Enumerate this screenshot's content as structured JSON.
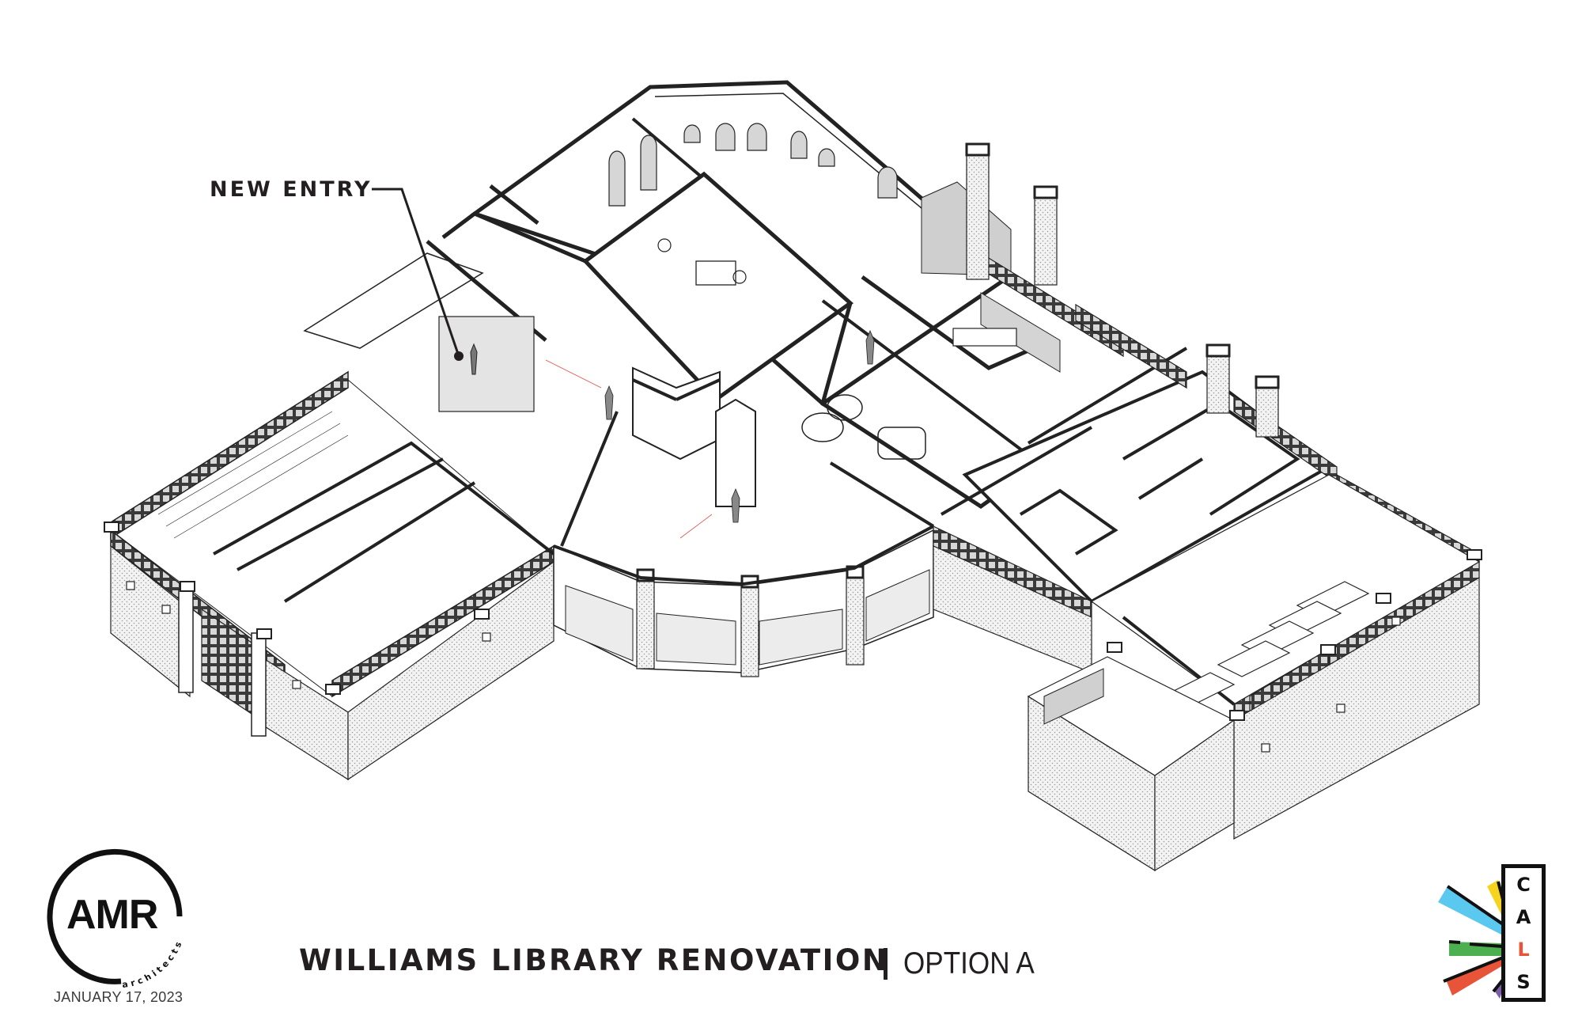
{
  "drawing": {
    "type": "axonometric-floor-plan",
    "callouts": [
      {
        "label": "NEW ENTRY"
      }
    ]
  },
  "title_block": {
    "project_title": "WILLIAMS LIBRARY RENOVATION",
    "separator": "|",
    "option": "OPTION A"
  },
  "architect_logo": {
    "mark": "AMR",
    "subtext": "architects",
    "date": "JANUARY 17, 2023"
  },
  "client_logo": {
    "letters": [
      "C",
      "A",
      "L",
      "S"
    ],
    "ray_colors": [
      "#5bc8f0",
      "#f6d31c",
      "#4caf50",
      "#e8543a",
      "#7b5ea7"
    ],
    "accent_letter_color": "#e8543a"
  }
}
